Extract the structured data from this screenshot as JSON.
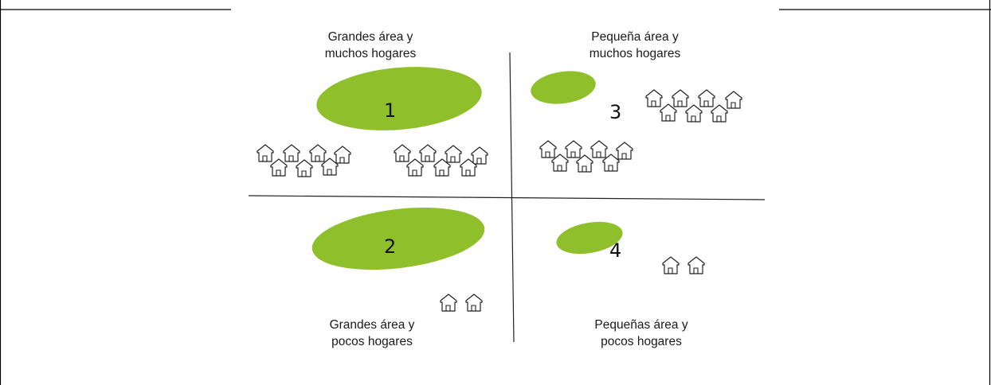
{
  "colors": {
    "green_area": "#8fbf2a",
    "line": "#222222",
    "text": "#1a1a1a"
  },
  "quadrants": [
    {
      "number": "1",
      "label_line1": "Grandes área y",
      "label_line2": "muchos hogares"
    },
    {
      "number": "2",
      "label_line1": "Grandes área y",
      "label_line2": "pocos hogares"
    },
    {
      "number": "3",
      "label_line1": "Pequeña área y",
      "label_line2": "muchos hogares"
    },
    {
      "number": "4",
      "label_line1": "Pequeñas área y",
      "label_line2": "pocos hogares"
    }
  ],
  "icons": {
    "area": "green-area-blob",
    "house": "house-icon"
  }
}
